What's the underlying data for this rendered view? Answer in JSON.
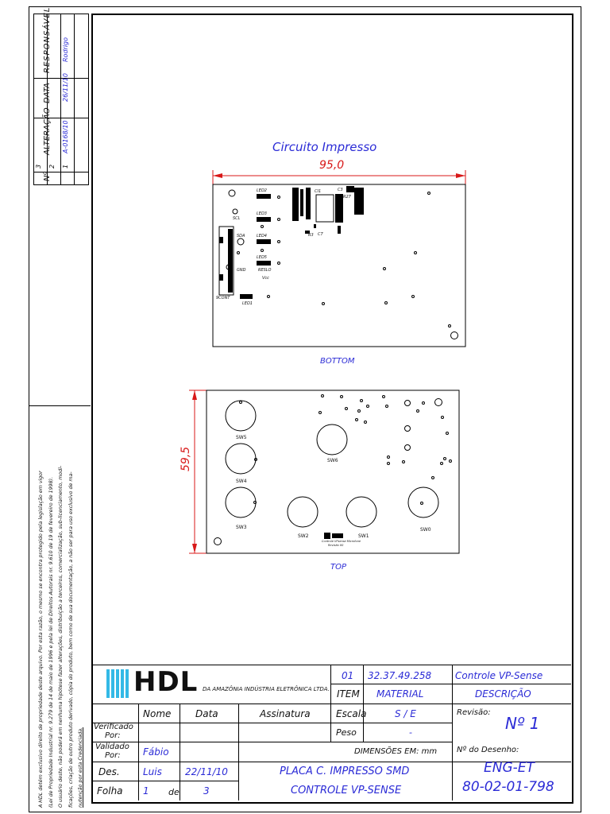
{
  "revision_table": {
    "headers": {
      "no": "Nº",
      "alteracao": "ALTERAÇÃO",
      "data": "DATA",
      "responsavel": "RESPONSÁVEL"
    },
    "rows": [
      {
        "no": "1",
        "alteracao": "A-0168/10",
        "data": "26/11/10",
        "responsavel": "Rodrigo"
      },
      {
        "no": "2",
        "alteracao": "",
        "data": "",
        "responsavel": ""
      },
      {
        "no": "3",
        "alteracao": "",
        "data": "",
        "responsavel": ""
      }
    ]
  },
  "legal_notice": [
    "A HDL detém exclusivo direito de propriedade deste arquivo. Por esta razão, o mesmo se encontra protegido pela legislação em vigor",
    "(Lei de Propriedade Industrial nr. 9.279 de 14 de maio de 1996 e pela lei de Direitos Autorais nr. 9.610 de 19 de fevereiro de 1998).",
    "O usuário deste, não poderá em nenhuma hipótese fazer alterações, distribuição a terceiros, comercialização, sub-licenciamento, modi-",
    "ficações, criação de outro produto derivado, cópia do produto, bem como de sua documentação, a não ser para uso exclusivo de ma-",
    "nutenção por esta Credenciada."
  ],
  "drawing": {
    "title": "Circuito Impresso",
    "width_dim": "95,0",
    "height_dim": "59,5",
    "bottom_label": "BOTTOM",
    "top_label": "TOP",
    "bottom_silk": [
      "LED2",
      "LED3",
      "LED4",
      "LED5",
      "LED1",
      "SCL",
      "SDA",
      "GND",
      "Vcc",
      "9CONT",
      "R3",
      "C7",
      "R27",
      "CI1",
      "C3",
      "RESLO"
    ],
    "top_switches": [
      "SW5",
      "SW4",
      "SW3",
      "SW2",
      "SW1",
      "SW0",
      "SW6"
    ],
    "top_logo_text": [
      "Controle VPsense Microfone",
      "Revisão 00"
    ]
  },
  "title_block": {
    "company_tag": "DA AMAZÔNIA INDÚSTRIA ELETRÔNICA LTDA.",
    "logo_text": "HDL",
    "item_no": "01",
    "material_code": "32.37.49.258",
    "description": "Controle VP-Sense",
    "col_item": "ITEM",
    "col_material": "MATERIAL",
    "col_descricao": "DESCRIÇÃO",
    "hdr_nome": "Nome",
    "hdr_data": "Data",
    "hdr_assinatura": "Assinatura",
    "escala_label": "Escala",
    "escala_value": "S / E",
    "peso_label": "Peso",
    "peso_value": "-",
    "dimensoes": "DIMENSÕES EM: mm",
    "revisao_label": "Revisão:",
    "revisao_value": "Nº 1",
    "verificado_label": [
      "Verificado",
      "Por:"
    ],
    "validado_label": [
      "Validado",
      "Por:"
    ],
    "validado_nome": "Fábio",
    "des_label": "Des.",
    "des_nome": "Luis",
    "des_data": "22/11/10",
    "folha_label": "Folha",
    "folha_num": "1",
    "folha_de": "de",
    "folha_total": "3",
    "titulo_1": "PLACA C. IMPRESSO SMD",
    "titulo_2": "CONTROLE VP-SENSE",
    "desenho_label": "Nº do Desenho:",
    "desenho_1": "ENG-ET",
    "desenho_2": "80-02-01-798"
  }
}
